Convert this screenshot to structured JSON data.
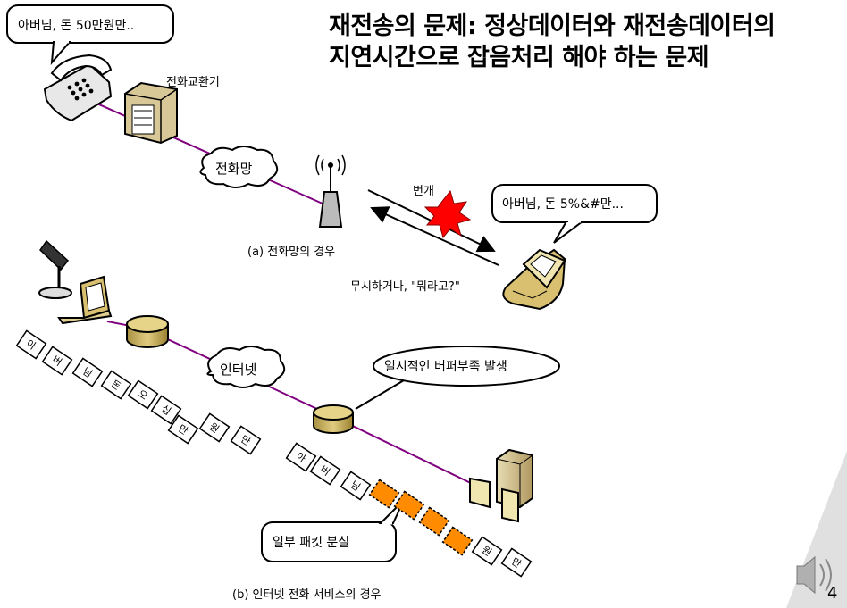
{
  "title": {
    "line1": "재전송의 문제: 정상데이터와 재전송데이터의",
    "line2": "지연시간으로 잡음처리 해야 하는 문제"
  },
  "phone_case": {
    "speech_top": "아버님, 돈 50만원만..",
    "exchange_label": "전화교환기",
    "network_label": "전화망",
    "speech_garbled": "아버님, 돈 5%&#만...",
    "lightning_label": "번개",
    "response_text": "무시하거나, \"뭐라고?\"",
    "caption": "(a) 전화망의 경우"
  },
  "internet_case": {
    "network_label": "인터넷",
    "buffer_note": "일시적인 버퍼부족 발생",
    "loss_note": "일부 패킷 분실",
    "caption": "(b) 인터넷 전화 서비스의 경우",
    "sent_packets": [
      "아",
      "버",
      "님",
      "돈",
      "오",
      "십",
      "만",
      "원",
      "만"
    ],
    "received_packets": [
      "아",
      "버",
      "님",
      "",
      "",
      "",
      "",
      "원",
      "만"
    ]
  },
  "slide_number": "4",
  "colors": {
    "line": "#800080",
    "packet_lost": "#ff8c00",
    "device": "#c8b070",
    "lightning": "#ff0000"
  }
}
